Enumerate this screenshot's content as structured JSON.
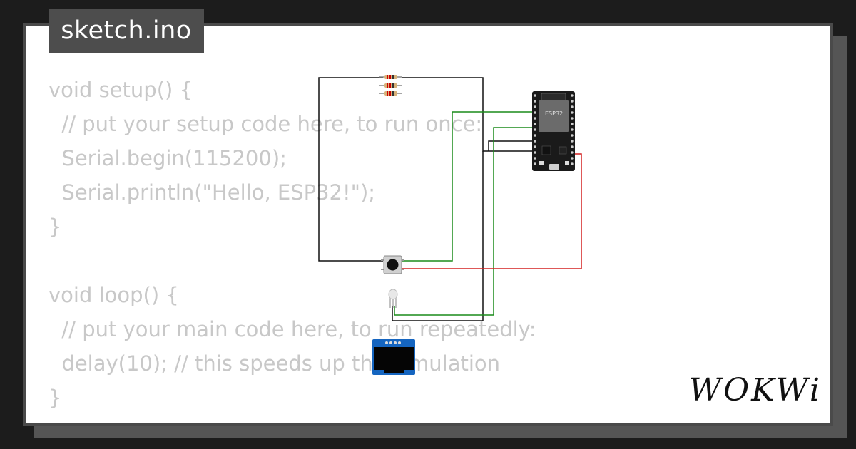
{
  "header": {
    "filename": "sketch.ino"
  },
  "code": {
    "lines": [
      "void setup() {",
      "  // put your setup code here, to run once:",
      "  Serial.begin(115200);",
      "  Serial.println(\"Hello, ESP32!\");",
      "}",
      "",
      "void loop() {",
      "  // put your main code here, to run repeatedly:",
      "  delay(10); // this speeds up the simulation",
      "}"
    ]
  },
  "board": {
    "label": "ESP32"
  },
  "brand": {
    "text": "WOKWi"
  },
  "colors": {
    "background": "#1c1c1c",
    "card": "#ffffff",
    "tab": "#4d4d4d",
    "code_text": "#c8c8c8",
    "wire_black": "#111111",
    "wire_green": "#1a8c1a",
    "wire_red": "#d42020",
    "oled_blue": "#1565c0"
  }
}
